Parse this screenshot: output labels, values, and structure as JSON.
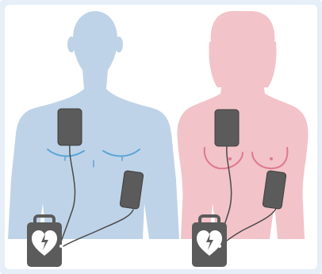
{
  "colors": {
    "frame": "#e6eef7",
    "background": "#ffffff",
    "male_body": "#bfd3e8",
    "female_body": "#f2c3c8",
    "male_detail": "#5aa5d6",
    "female_detail": "#de7a8e",
    "pad": "#5b5b5b",
    "device": "#5b5b5b",
    "device_heart": "#ffffff",
    "wire": "#4a4a4a"
  },
  "figures": [
    {
      "name": "male-torso",
      "pads": [
        "upper-right-chest-pad",
        "lower-left-ribs-pad"
      ]
    },
    {
      "name": "female-torso",
      "pads": [
        "upper-right-chest-pad",
        "lower-left-ribs-pad"
      ]
    }
  ],
  "icons": {
    "device": "aed-device-icon",
    "heart": "heart-lightning-icon"
  }
}
